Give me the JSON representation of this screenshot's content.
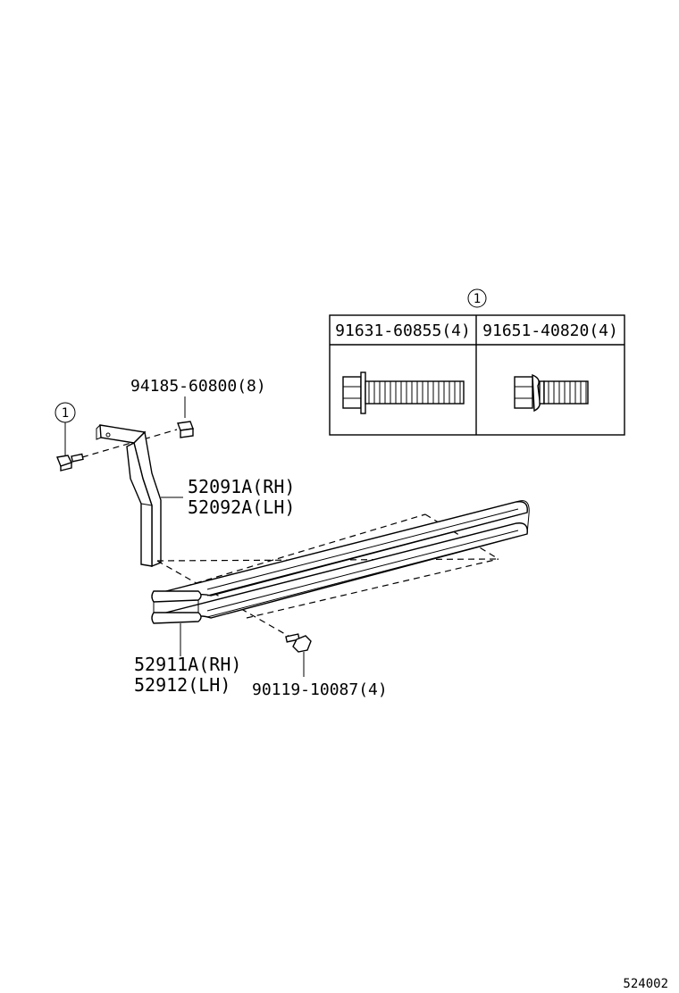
{
  "callout": {
    "ref_number": "1"
  },
  "kit_table": {
    "ref_number": "1",
    "columns": [
      {
        "part_number": "91631-60855(4)",
        "icon": "hex-bolt-with-washer-icon"
      },
      {
        "part_number": "91651-40820(4)",
        "icon": "hex-bolt-with-lock-washer-icon"
      }
    ]
  },
  "labels": {
    "nut": "94185-60800(8)",
    "bracket_rh": "52091A(RH)",
    "bracket_lh": "52092A(LH)",
    "step_rh": "52911A(RH)",
    "step_lh": "52912(LH)",
    "screw": "90119-10087(4)"
  },
  "diagram_id": "524002",
  "colors": {
    "line": "#000000",
    "background": "#ffffff"
  }
}
